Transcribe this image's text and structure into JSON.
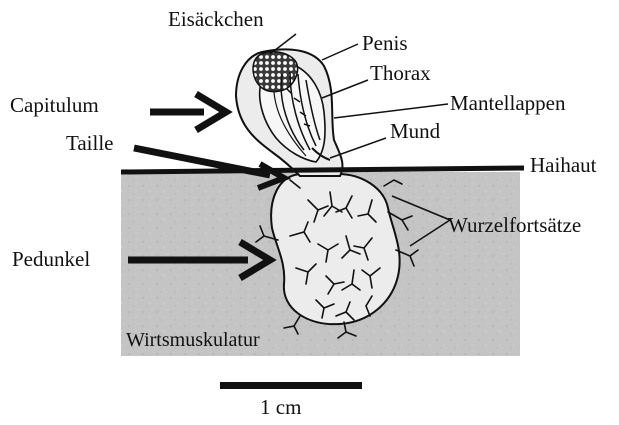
{
  "labels": {
    "eisaeckchen": "Eisäckchen",
    "penis": "Penis",
    "thorax": "Thorax",
    "capitulum": "Capitulum",
    "mantellappen": "Mantellappen",
    "mund": "Mund",
    "taille": "Taille",
    "haihaut": "Haihaut",
    "wurzelfortsaetze": "Wurzelfortsätze",
    "pedunkel": "Pedunkel",
    "wirtsmuskulatur": "Wirtsmuskulatur"
  },
  "scale_bar": {
    "label": "1 cm"
  },
  "colors": {
    "tissue": "#c4c4c4",
    "organism": "#ececec",
    "line": "#111111",
    "egg_dark": "#3a3a3a"
  }
}
